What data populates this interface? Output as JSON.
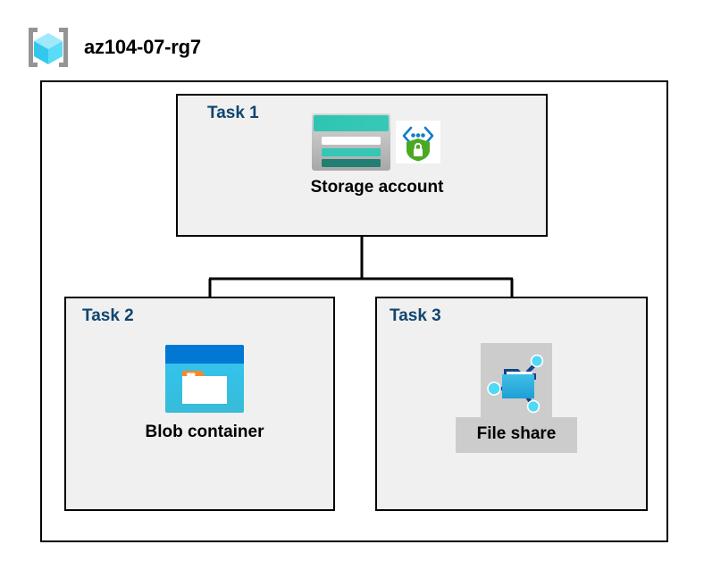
{
  "diagram": {
    "title": "az104-07-rg7",
    "title_icon": "resource-group-cube-icon",
    "background_color": "#ffffff",
    "boundary_color": "#000000",
    "task_fill_color": "#f0f0f0",
    "task_label_color": "#10456f",
    "highlight_color": "#cccccc"
  },
  "tasks": [
    {
      "label": "Task 1",
      "node": {
        "caption": "Storage account",
        "icon": "storage-account-icon",
        "badge_icon": "secure-endpoint-shield-icon",
        "highlighted": false
      }
    },
    {
      "label": "Task 2",
      "node": {
        "caption": "Blob container",
        "icon": "blob-container-icon",
        "highlighted": false
      }
    },
    {
      "label": "Task 3",
      "node": {
        "caption": "File share",
        "icon": "file-share-icon",
        "highlighted": true
      }
    }
  ],
  "connectors": [
    {
      "from": "Task 1",
      "to": "Task 2"
    },
    {
      "from": "Task 1",
      "to": "Task 3"
    }
  ]
}
